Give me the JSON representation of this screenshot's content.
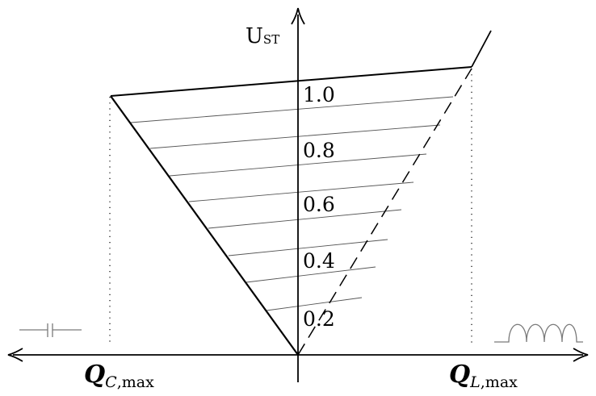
{
  "y_axis": {
    "label_main": "U",
    "label_sub": "ST"
  },
  "ticks": [
    {
      "value": 1.0,
      "label": "1.0"
    },
    {
      "value": 0.8,
      "label": "0.8"
    },
    {
      "value": 0.6,
      "label": "0.6"
    },
    {
      "value": 0.4,
      "label": "0.4"
    },
    {
      "value": 0.2,
      "label": "0.2"
    }
  ],
  "x_labels": {
    "left": {
      "main": "Q",
      "sub_italic": "C",
      "sub_rest": ",max"
    },
    "right": {
      "main": "Q",
      "sub_italic": "L",
      "sub_rest": ",max"
    }
  },
  "symbols": {
    "left": "capacitor-icon",
    "right": "inductor-icon"
  },
  "colors": {
    "stroke": "#000000",
    "hatch": "#555555",
    "background": "#ffffff"
  }
}
